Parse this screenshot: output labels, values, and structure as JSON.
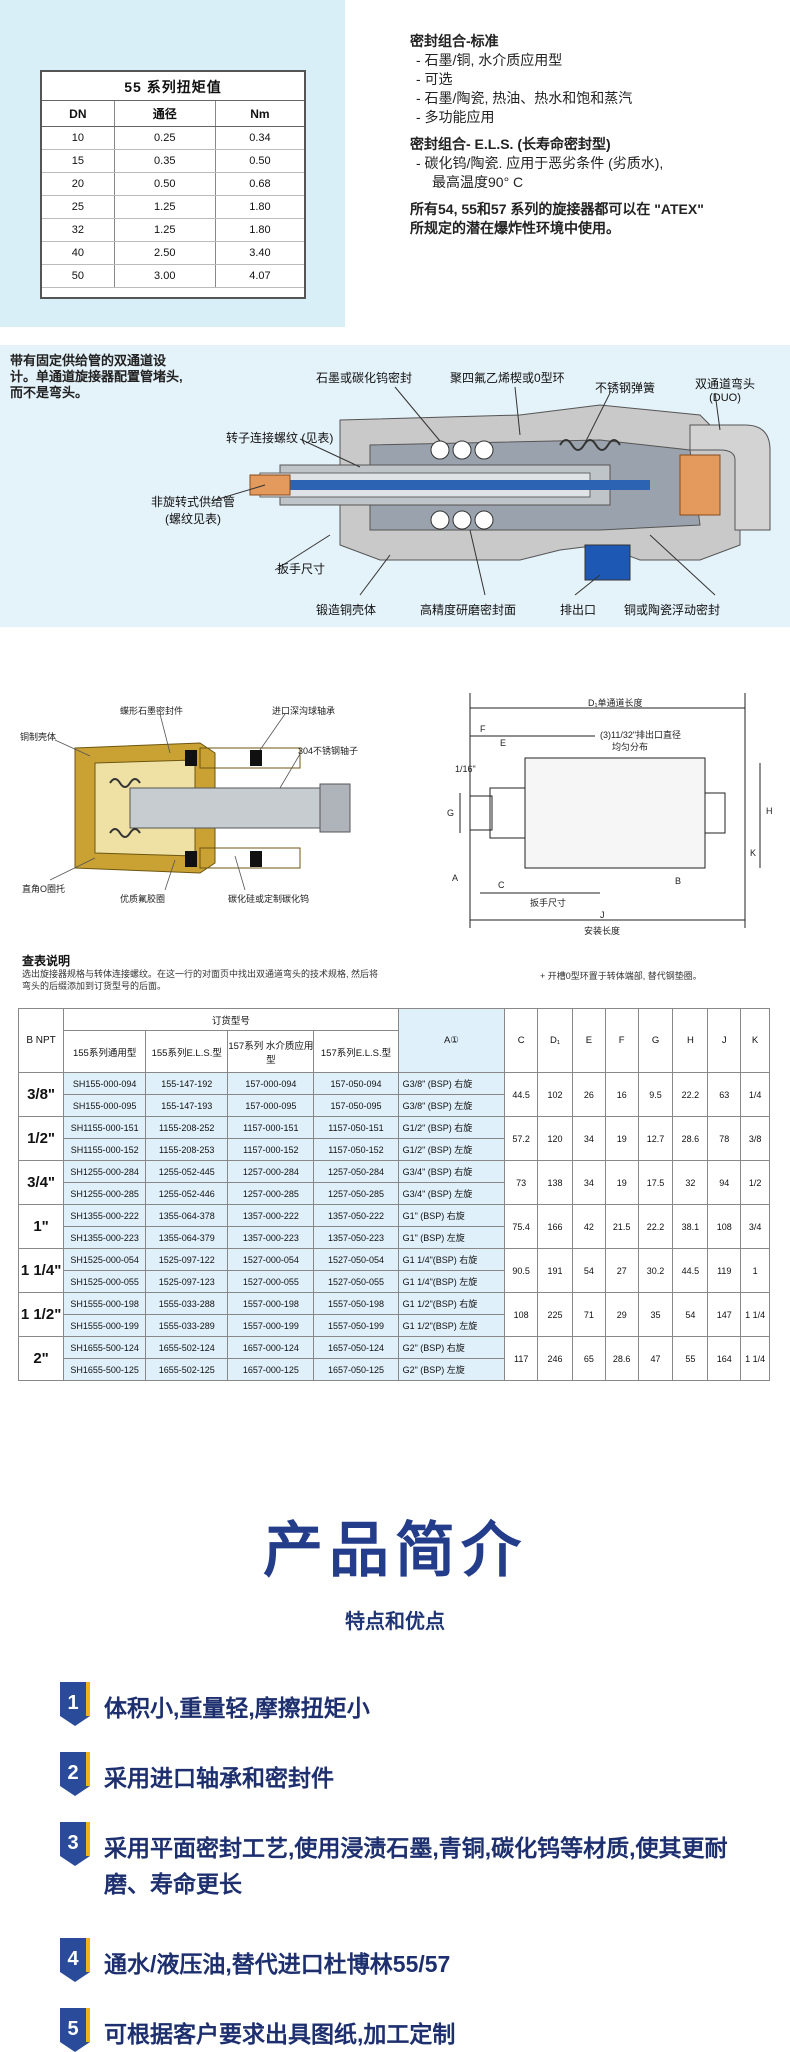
{
  "torque": {
    "title": "55 系列扭矩值",
    "headers": [
      "DN",
      "通径",
      "Nm"
    ],
    "rows": [
      [
        "10",
        "0.25",
        "0.34"
      ],
      [
        "15",
        "0.35",
        "0.50"
      ],
      [
        "20",
        "0.50",
        "0.68"
      ],
      [
        "25",
        "1.25",
        "1.80"
      ],
      [
        "32",
        "1.25",
        "1.80"
      ],
      [
        "40",
        "2.50",
        "3.40"
      ],
      [
        "50",
        "3.00",
        "4.07"
      ]
    ]
  },
  "seal": {
    "standard_title": "密封组合-标准",
    "standard_1": "- 石墨/铜, 水介质应用型",
    "standard_2": "- 可选",
    "standard_3": "- 石墨/陶瓷, 热油、热水和饱和蒸汽",
    "standard_4": "- 多功能应用",
    "els_title": "密封组合- E.L.S. (长寿命密封型)",
    "els_1": "- 碳化钨/陶瓷. 应用于恶劣条件 (劣质水),",
    "els_2": "最高温度90° C",
    "atex_1": "所有54, 55和57 系列的旋接器都可以在 \"ATEX\"",
    "atex_2": "所规定的潜在爆炸性环境中使用。"
  },
  "cross": {
    "intro": "带有固定供给管的双通道设计。单通道旋接器配置管堵头, 而不是弯头。",
    "labels": {
      "graphite_seal": "石墨或碳化钨密封",
      "ptfe_ring": "聚四氟乙烯楔或0型环",
      "spring": "不锈钢弹簧",
      "elbow": "双通道弯头",
      "duo": "(DUO)",
      "rotor_bolt": "转子连接螺纹 (见表)",
      "feed_pipe_1": "非旋转式供给管",
      "feed_pipe_2": "(螺纹见表)",
      "wrench": "扳手尺寸",
      "body": "锻造铜壳体",
      "surface": "高精度研磨密封面",
      "outlet": "排出口",
      "floating_seal": "铜或陶瓷浮动密封"
    }
  },
  "drawing": {
    "left": {
      "l1": "蝶形石墨密封件",
      "l2": "进口深沟球轴承",
      "l3": "铜制壳体",
      "l4": "304不锈钢轴子",
      "l5": "直角O圈托",
      "l6": "优质氟胶圈",
      "l7": "碳化硅或定制碳化钨"
    },
    "right": {
      "d1": "D₁单通道长度",
      "f": "F",
      "e": "E",
      "note1": "(3)11/32\"排出口直径",
      "note2": "均匀分布",
      "frac": "1/16\"",
      "g": "G",
      "h": "H",
      "k": "K",
      "a": "A",
      "c": "C",
      "b": "B",
      "wrench": "扳手尺寸",
      "j": "J",
      "install": "安装长度"
    }
  },
  "legend": {
    "title": "查表说明",
    "desc": "选出旋接器规格与转体连接螺纹。在这一行的对面页中找出双通道弯头的技术规格, 然后将弯头的后缀添加到订货型号的后面。",
    "note": "+ 开槽0型环置于转体端部, 替代钢垫圈。"
  },
  "order": {
    "b_npt": "B NPT",
    "order_no": "订货型号",
    "col_155": "155系列通用型",
    "col_155els": "155系列E.L.S.型",
    "col_157": "157系列 水介质应用型",
    "col_157els": "157系列E.L.S.型",
    "col_a": "A①",
    "col_c": "C",
    "col_d": "D₁",
    "col_e": "E",
    "col_f": "F",
    "col_g": "G",
    "col_h": "H",
    "col_j": "J",
    "col_k": "K",
    "groups": [
      {
        "npt": "3/8\"",
        "c": "44.5",
        "d": "102",
        "e": "26",
        "f": "16",
        "g": "9.5",
        "h": "22.2",
        "j": "63",
        "k": "1/4",
        "rows": [
          [
            "SH155-000-094",
            "155-147-192",
            "157-000-094",
            "157-050-094",
            "G3/8\" (BSP) 右旋"
          ],
          [
            "SH155-000-095",
            "155-147-193",
            "157-000-095",
            "157-050-095",
            "G3/8\" (BSP) 左旋"
          ]
        ]
      },
      {
        "npt": "1/2\"",
        "c": "57.2",
        "d": "120",
        "e": "34",
        "f": "19",
        "g": "12.7",
        "h": "28.6",
        "j": "78",
        "k": "3/8",
        "rows": [
          [
            "SH1155-000-151",
            "1155-208-252",
            "1157-000-151",
            "1157-050-151",
            "G1/2\" (BSP) 右旋"
          ],
          [
            "SH1155-000-152",
            "1155-208-253",
            "1157-000-152",
            "1157-050-152",
            "G1/2\" (BSP) 左旋"
          ]
        ]
      },
      {
        "npt": "3/4\"",
        "c": "73",
        "d": "138",
        "e": "34",
        "f": "19",
        "g": "17.5",
        "h": "32",
        "j": "94",
        "k": "1/2",
        "rows": [
          [
            "SH1255-000-284",
            "1255-052-445",
            "1257-000-284",
            "1257-050-284",
            "G3/4\" (BSP) 右旋"
          ],
          [
            "SH1255-000-285",
            "1255-052-446",
            "1257-000-285",
            "1257-050-285",
            "G3/4\" (BSP) 左旋"
          ]
        ]
      },
      {
        "npt": "1\"",
        "c": "75.4",
        "d": "166",
        "e": "42",
        "f": "21.5",
        "g": "22.2",
        "h": "38.1",
        "j": "108",
        "k": "3/4",
        "rows": [
          [
            "SH1355-000-222",
            "1355-064-378",
            "1357-000-222",
            "1357-050-222",
            "G1\" (BSP) 右旋"
          ],
          [
            "SH1355-000-223",
            "1355-064-379",
            "1357-000-223",
            "1357-050-223",
            "G1\" (BSP) 左旋"
          ]
        ]
      },
      {
        "npt": "1 1/4\"",
        "c": "90.5",
        "d": "191",
        "e": "54",
        "f": "27",
        "g": "30.2",
        "h": "44.5",
        "j": "119",
        "k": "1",
        "rows": [
          [
            "SH1525-000-054",
            "1525-097-122",
            "1527-000-054",
            "1527-050-054",
            "G1 1/4\"(BSP) 右旋"
          ],
          [
            "SH1525-000-055",
            "1525-097-123",
            "1527-000-055",
            "1527-050-055",
            "G1 1/4\"(BSP) 左旋"
          ]
        ]
      },
      {
        "npt": "1 1/2\"",
        "c": "108",
        "d": "225",
        "e": "71",
        "f": "29",
        "g": "35",
        "h": "54",
        "j": "147",
        "k": "1 1/4",
        "rows": [
          [
            "SH1555-000-198",
            "1555-033-288",
            "1557-000-198",
            "1557-050-198",
            "G1 1/2\"(BSP) 右旋"
          ],
          [
            "SH1555-000-199",
            "1555-033-289",
            "1557-000-199",
            "1557-050-199",
            "G1 1/2\"(BSP) 左旋"
          ]
        ]
      },
      {
        "npt": "2\"",
        "c": "117",
        "d": "246",
        "e": "65",
        "f": "28.6",
        "g": "47",
        "h": "55",
        "j": "164",
        "k": "1 1/4",
        "rows": [
          [
            "SH1655-500-124",
            "1655-502-124",
            "1657-000-124",
            "1657-050-124",
            "G2\" (BSP) 右旋"
          ],
          [
            "SH1655-500-125",
            "1655-502-125",
            "1657-000-125",
            "1657-050-125",
            "G2\" (BSP) 左旋"
          ]
        ]
      }
    ]
  },
  "intro": {
    "title": "产品简介",
    "subtitle": "特点和优点",
    "features": [
      {
        "num": "1",
        "text": "体积小,重量轻,摩擦扭矩小"
      },
      {
        "num": "2",
        "text": "采用进口轴承和密封件"
      },
      {
        "num": "3",
        "text": "采用平面密封工艺,使用浸渍石墨,青铜,碳化钨等材质,使其更耐磨、寿命更长"
      },
      {
        "num": "4",
        "text": "通水/液压油,替代进口杜博林55/57"
      },
      {
        "num": "5",
        "text": "可根据客户要求出具图纸,加工定制"
      }
    ],
    "badge_color": "#2a4a9a",
    "badge_accent": "#f2b21c"
  }
}
